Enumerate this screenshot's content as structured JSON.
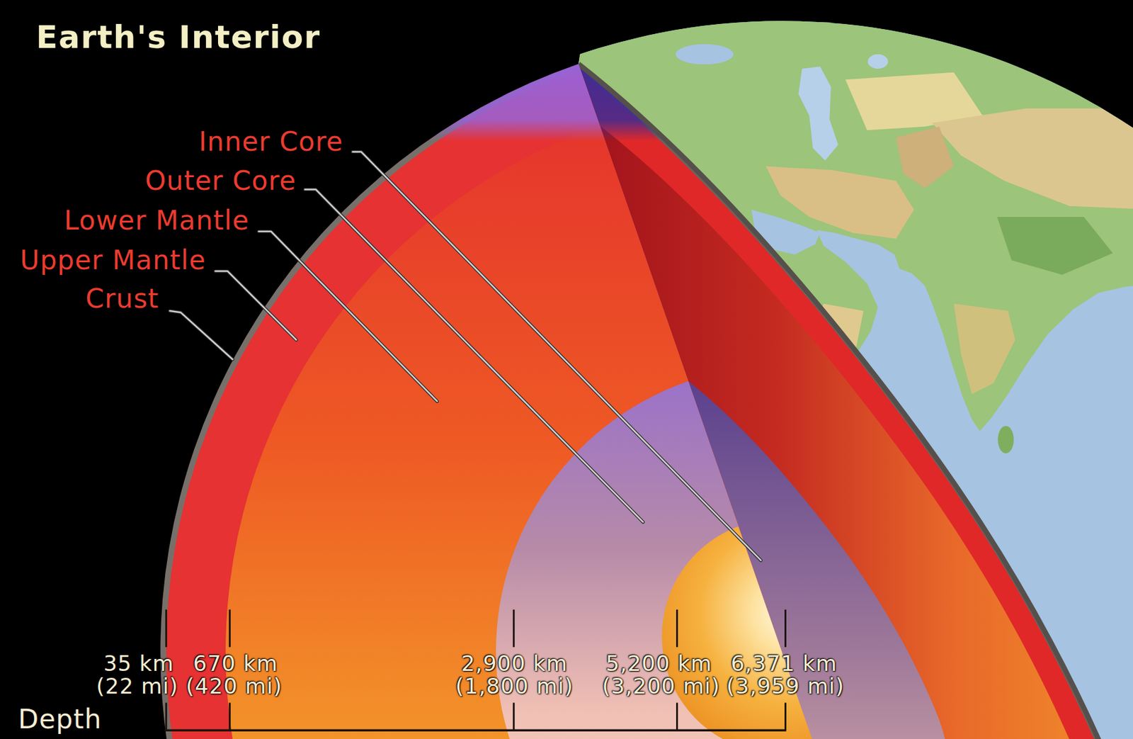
{
  "diagram": {
    "title": "Earth's Interior",
    "labels": [
      "Inner Core",
      "Outer Core",
      "Lower Mantle",
      "Upper Mantle",
      "Crust",
      "35 km",
      "(22 mi)",
      "670 km",
      "(420 mi)",
      "2,900 km",
      "(1,800 mi)",
      "5,200 km",
      "(3,200 mi)",
      "6,371 km",
      "(3,959 mi)",
      "Depth"
    ]
  }
}
